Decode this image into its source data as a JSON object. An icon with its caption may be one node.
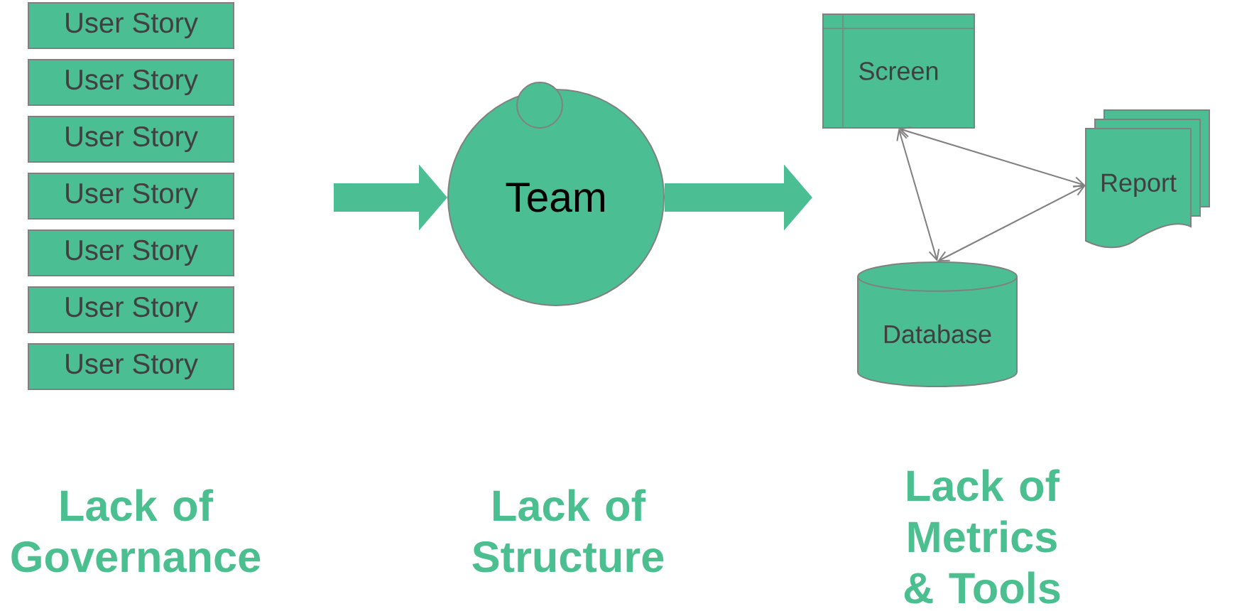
{
  "diagram": {
    "nodes": [
      {
        "text": [
          "User Story"
        ]
      },
      {
        "text": [
          "User Story"
        ]
      },
      {
        "text": [
          "User Story"
        ]
      },
      {
        "text": [
          "User Story"
        ]
      },
      {
        "text": [
          "User Story"
        ]
      },
      {
        "text": [
          "User Story"
        ]
      },
      {
        "text": [
          "User Story"
        ]
      },
      {
        "text": [
          "Team"
        ]
      },
      {
        "text": [],
        "shape": "circle"
      },
      {
        "text": [
          "Screen"
        ]
      },
      {
        "text": [
          "Report"
        ]
      },
      {
        "text": [
          "Database"
        ]
      }
    ],
    "edges": [
      {
        "from": null,
        "to": 7,
        "arrow": "to",
        "style": "thick"
      },
      {
        "from": 7,
        "to": null,
        "arrow": "to",
        "style": "thick"
      },
      {
        "from": 9,
        "to": 10,
        "arrow": "both"
      },
      {
        "from": 9,
        "to": 11,
        "arrow": "both"
      },
      {
        "from": 11,
        "to": 10,
        "arrow": "both"
      }
    ],
    "labels": [
      "Lack of Governance",
      "Lack of Structure",
      "Lack of Metrics & Tools"
    ]
  }
}
